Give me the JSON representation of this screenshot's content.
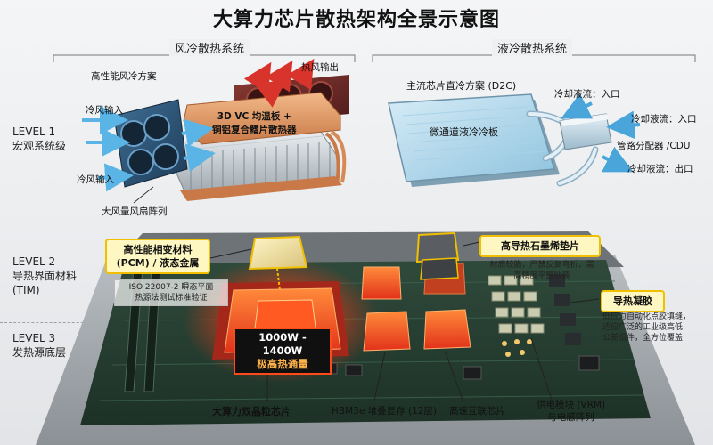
{
  "title": "大算力芯片散热架构全景示意图",
  "sections": {
    "air": "风冷散热系统",
    "liquid": "液冷散热系统"
  },
  "levels": [
    {
      "level": "LEVEL 1",
      "name": "宏观系统级"
    },
    {
      "level": "LEVEL 2",
      "name": "导热界面材料",
      "sub": "(TIM)"
    },
    {
      "level": "LEVEL 3",
      "name": "发热源底层"
    }
  ],
  "air": {
    "scheme": "高性能风冷方案",
    "hot_out": "热风输出",
    "cold_in_1": "冷风输入",
    "cold_in_2": "冷风输入",
    "heatsink_1": "3D VC 均温板 +",
    "heatsink_2": "铜铝复合鳍片散热器",
    "fan_array": "大风量风扇阵列"
  },
  "liquid": {
    "scheme": "主流芯片直冷方案 (D2C)",
    "coolant_in_top": "冷却液流：入口",
    "coolant_in_right": "冷却液流：入口",
    "coldplate": "微通道液冷冷板",
    "manifold": "管路分配器 /CDU",
    "coolant_out": "冷却液流：出口"
  },
  "tim": {
    "pcm_1": "高性能相变材料",
    "pcm_2": "(PCM) / 液态金属",
    "pcm_note_1": "ISO 22007-2 瞬态平面",
    "pcm_note_2": "热源法测试标准验证",
    "graphene": "高导热石墨烯垫片",
    "graphene_note_1": "材质较脆，严禁反复弯折，需",
    "graphene_note_2": "高精度平整贴装",
    "gel": "导热凝胶",
    "gel_note_1": "低应力自动化点胶填缝，",
    "gel_note_2": "适应广泛的工业级高低",
    "gel_note_3": "公差组件，全方位覆盖"
  },
  "heat": {
    "power": "1000W - 1400W",
    "flux": "极高热通量"
  },
  "components": {
    "chip": "大算力双晶粒芯片",
    "hbm": "HBM3e 堆叠显存 (12层)",
    "interconnect": "高速互联芯片",
    "vrm_1": "供电模块 (VRM)",
    "vrm_2": "与电感阵列"
  },
  "colors": {
    "accent_yellow": "#f0c000",
    "hot_red": "#ff4a1a",
    "cold_blue": "#5ab4e6",
    "hot_arrow": "#d9342b"
  }
}
